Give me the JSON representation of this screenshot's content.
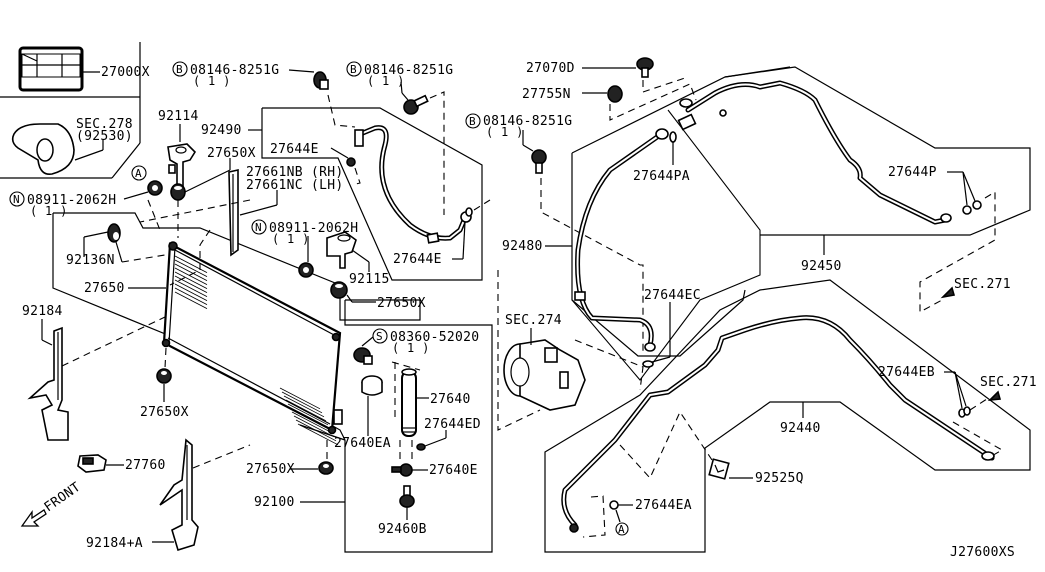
{
  "diagram": {
    "title_code": "J27600XS",
    "front_label": "FRONT",
    "callouts": {
      "p27000x": "27000X",
      "sec278": "SEC.278",
      "sec278_sub": "(92530)",
      "p92114": "92114",
      "p92490": "92490",
      "bolt1": "08146-8251G",
      "bolt1_qty": "( 1 )",
      "bolt2": "08146-8251G",
      "bolt2_qty": "( 1 )",
      "bolt3": "08146-8251G",
      "bolt3_qty": "( 1 )",
      "p27650x_top": "27650X",
      "p27644e_top": "27644E",
      "p27661nb": "27661NB (RH)",
      "p27661nc": "27661NC (LH)",
      "nut1": "08911-2062H",
      "nut1_qty": "( 1 )",
      "nut2": "08911-2062H",
      "nut2_qty": "( 1 )",
      "p92136n": "92136N",
      "p92115": "92115",
      "p27644e_mid": "27644E",
      "p27650": "27650",
      "p27650x_mid": "27650X",
      "p92184": "92184",
      "screw": "08360-52020",
      "screw_qty": "( 1 )",
      "p27640": "27640",
      "p27644ed": "27644ED",
      "p27640ea": "27640EA",
      "p27640e": "27640E",
      "p27650x_low": "27650X",
      "p27650x_bottom": "27650X",
      "p27760": "27760",
      "p92100": "92100",
      "p92460b": "92460B",
      "p92184a": "92184+A",
      "p27070d": "27070D",
      "p27755n": "27755N",
      "p27644pa": "27644PA",
      "p27644p": "27644P",
      "p92480": "92480",
      "p92450": "92450",
      "sec271_top": "SEC.271",
      "sec274": "SEC.274",
      "p27644ec": "27644EC",
      "p27644eb": "27644EB",
      "sec271_bottom": "SEC.271",
      "p92440": "92440",
      "p92525q": "92525Q",
      "p27644ea": "27644EA"
    },
    "circle_marks": {
      "bolt": "B",
      "nut": "N",
      "screw": "S",
      "ref_a": "A"
    }
  }
}
